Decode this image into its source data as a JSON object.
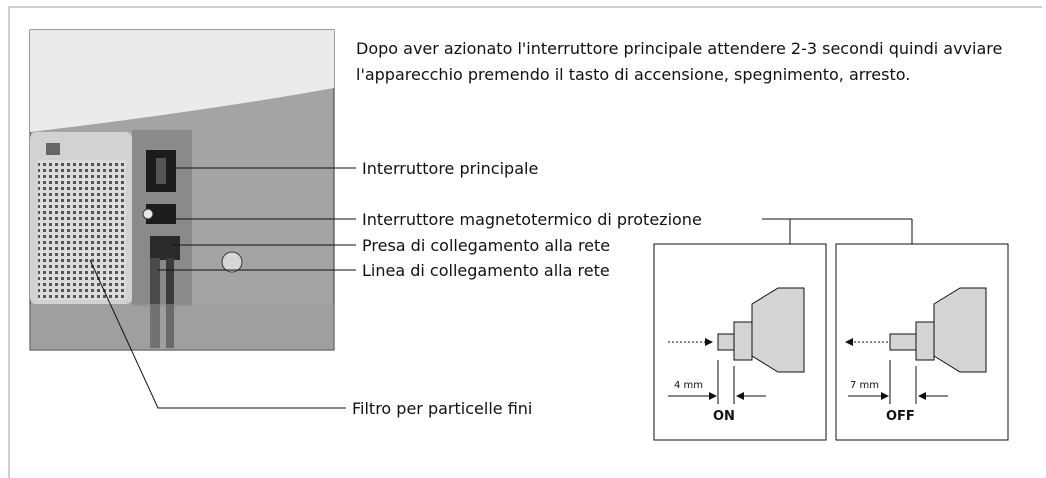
{
  "intro_text": "Dopo aver azionato l'interruttore principale attendere 2-3 secondi quindi avviare l'apparecchio premendo il tasto di accensione, spegnimento, arresto.",
  "labels": {
    "main_switch": "Interruttore principale",
    "breaker": "Interruttore magnetotermico di protezione",
    "socket": "Presa di collegamento alla rete",
    "cable": "Linea di collegamento alla rete",
    "filter": "Filtro per particelle fini"
  },
  "detail_on": {
    "measure": "4 mm",
    "state": "ON"
  },
  "detail_off": {
    "measure": "7 mm",
    "state": "OFF"
  }
}
